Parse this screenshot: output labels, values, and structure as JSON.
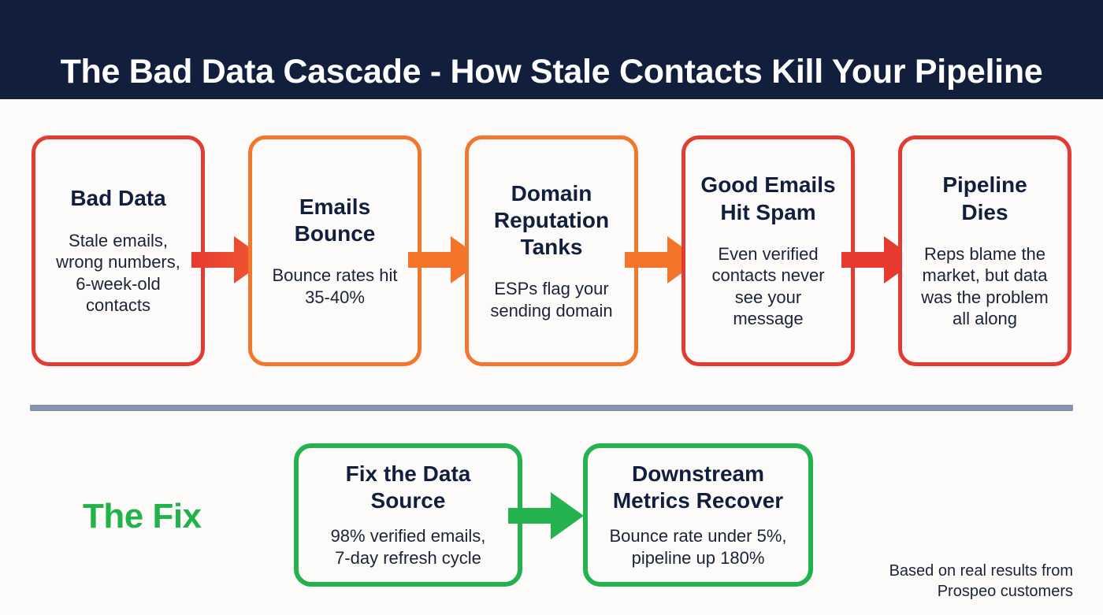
{
  "header": {
    "title": "The Bad Data Cascade - How Stale Contacts Kill Your Pipeline",
    "background_color": "#111f3d",
    "text_color": "#ffffff"
  },
  "page": {
    "background_color": "#fcfbf9",
    "divider_color": "#8494ab"
  },
  "cascade": {
    "cards": [
      {
        "title": "Bad Data",
        "body": "Stale emails,\nwrong numbers,\n6-week-old\ncontacts",
        "border_color": "#e23b32"
      },
      {
        "title": "Emails\nBounce",
        "body": "Bounce rates hit\n35-40%",
        "border_color": "#f2762b"
      },
      {
        "title": "Domain\nReputation\nTanks",
        "body": "ESPs flag your\nsending domain",
        "border_color": "#f2762b"
      },
      {
        "title": "Good Emails\nHit Spam",
        "body": "Even verified\ncontacts never\nsee your\nmessage",
        "border_color": "#e23b32"
      },
      {
        "title": "Pipeline\nDies",
        "body": "Reps blame the\nmarket, but data\nwas the problem\nall along",
        "border_color": "#e23b32"
      }
    ],
    "arrows": [
      {
        "color": "#e8392f"
      },
      {
        "color": "#f4752a"
      },
      {
        "color": "#f4752a"
      },
      {
        "color": "#e8392f"
      }
    ]
  },
  "fix": {
    "label": "The Fix",
    "label_color": "#22b24c",
    "cards": [
      {
        "title": "Fix the Data\nSource",
        "body": "98% verified emails,\n7-day refresh cycle",
        "border_color": "#23b24e"
      },
      {
        "title": "Downstream\nMetrics Recover",
        "body": "Bounce rate under 5%,\npipeline up 180%",
        "border_color": "#23b24e"
      }
    ],
    "arrows": [
      {
        "color": "#23b24e"
      }
    ]
  },
  "footer": {
    "note": "Based on real results from\nProspeo customers"
  }
}
